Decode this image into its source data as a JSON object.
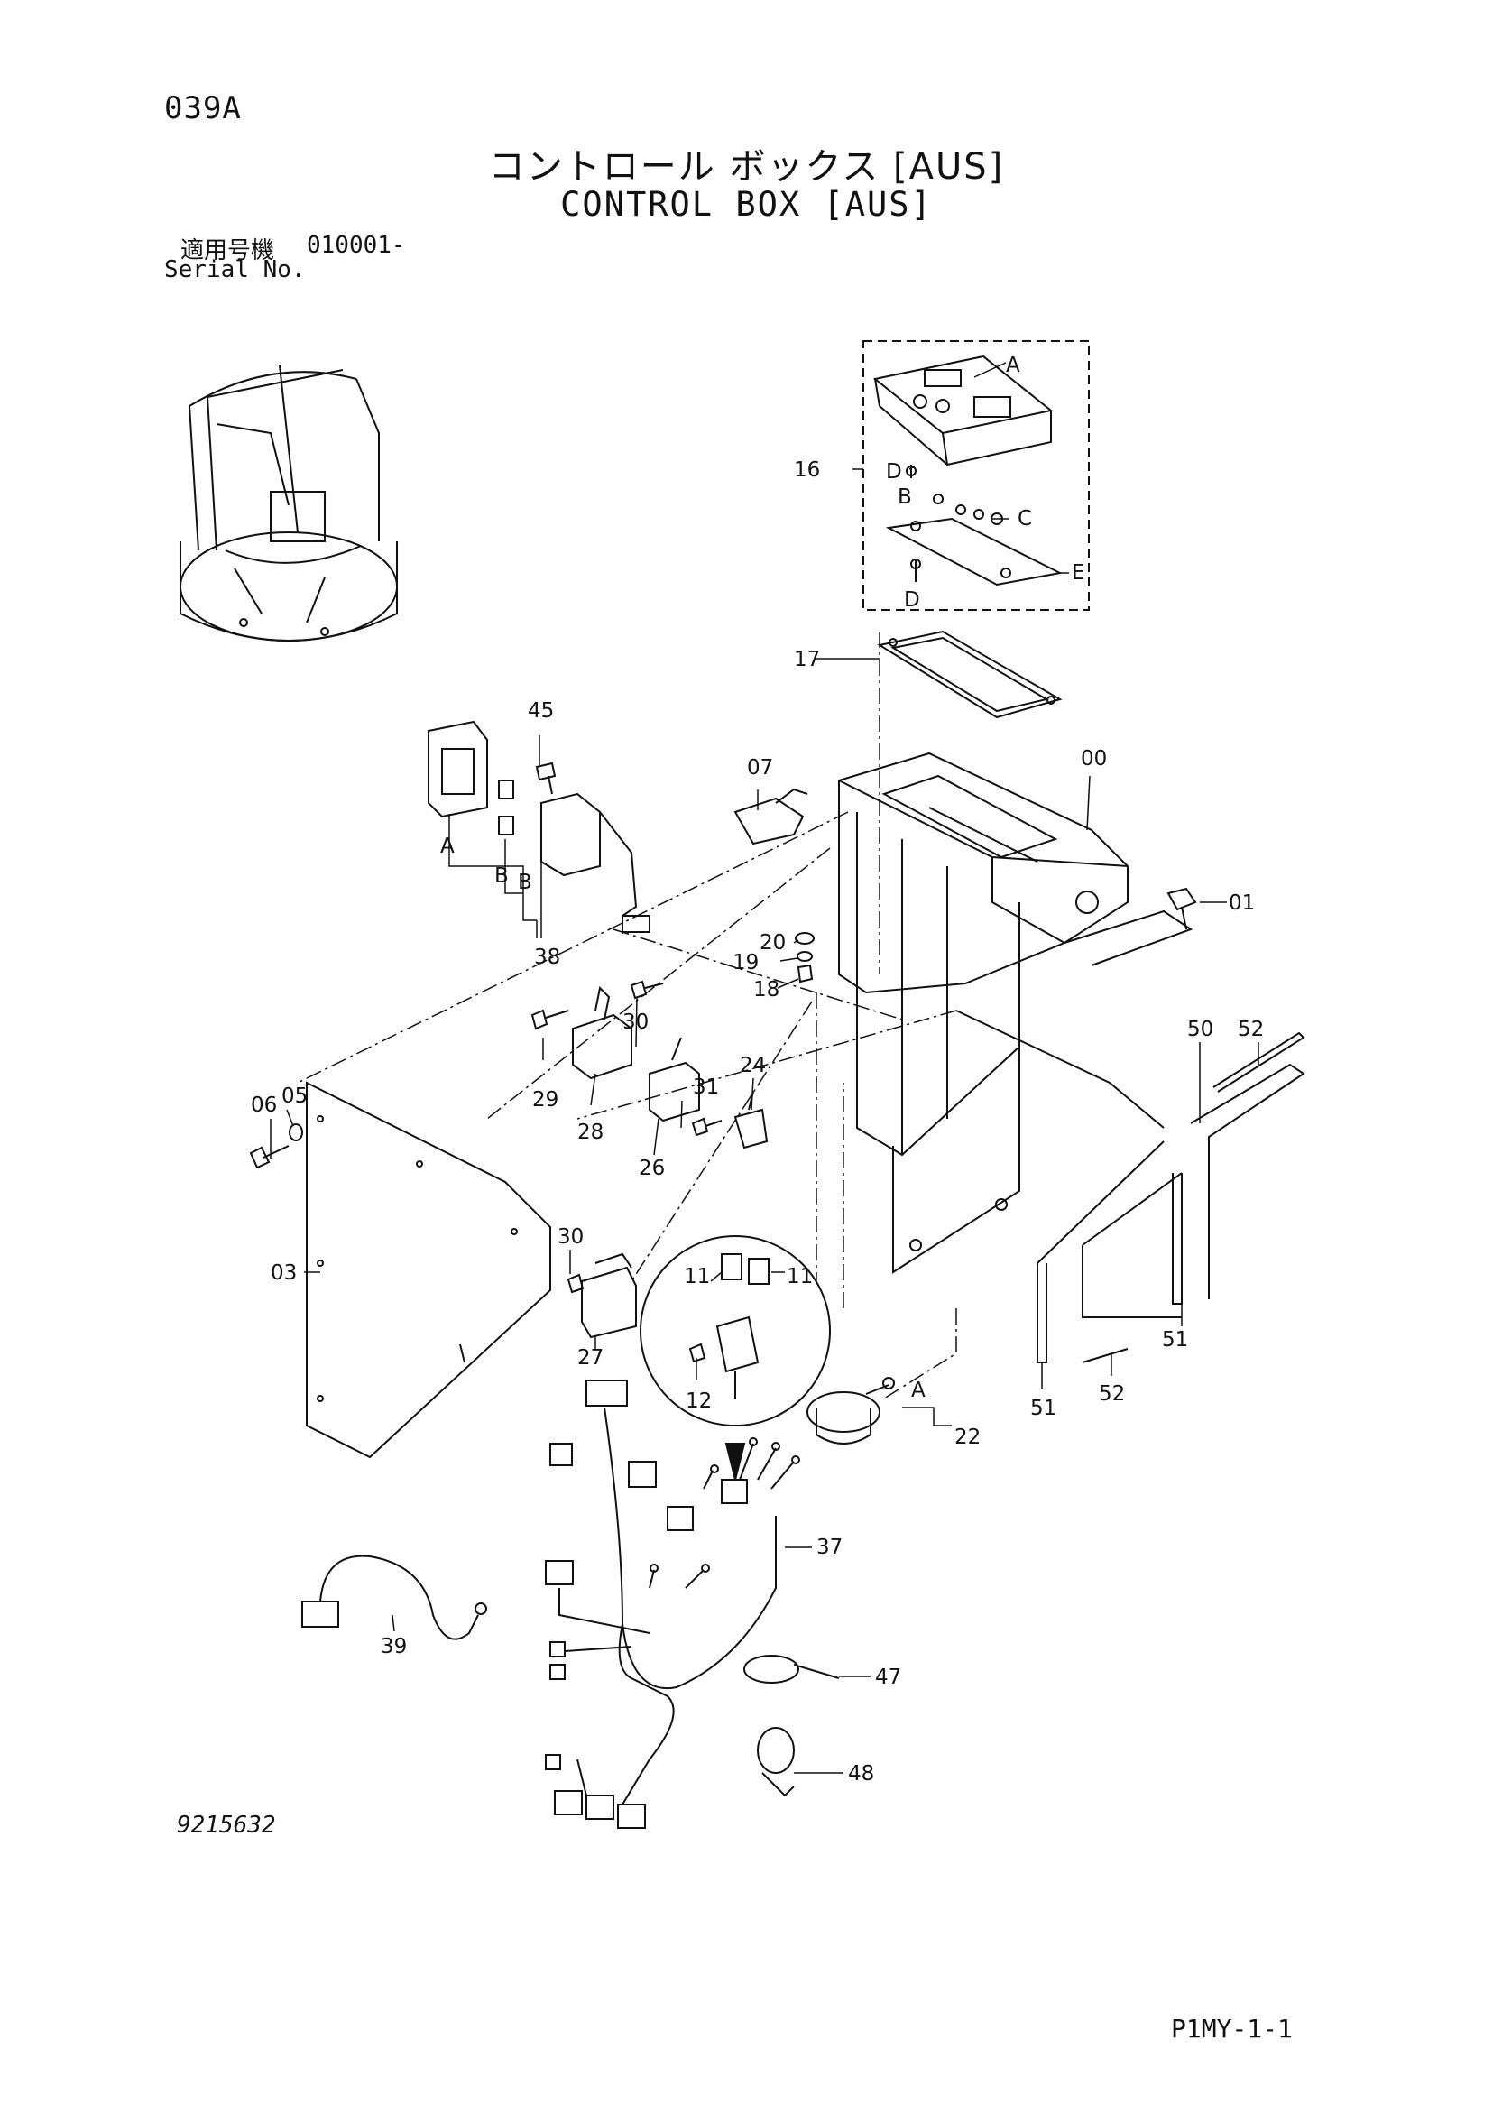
{
  "header": {
    "page_code": "039A",
    "title_jp": "コントロール ボックス [AUS]",
    "title_en": "CONTROL BOX [AUS]",
    "serial_label_jp": "適用号機",
    "serial_value": "010001-",
    "serial_label_en": "Serial No."
  },
  "footer": {
    "doc_number": "9215632",
    "sheet_ref": "P1MY-1-1"
  },
  "callouts": {
    "p00": "00",
    "p01": "01",
    "p03": "03",
    "p05": "05",
    "p06": "06",
    "p07": "07",
    "p11a": "11",
    "p11b": "11",
    "p12": "12",
    "p16": "16",
    "p17": "17",
    "p18": "18",
    "p19": "19",
    "p20": "20",
    "p22": "22",
    "p24": "24",
    "p26": "26",
    "p27": "27",
    "p28": "28",
    "p29": "29",
    "p30a": "30",
    "p30b": "30",
    "p31": "31",
    "p37": "37",
    "p38": "38",
    "p39": "39",
    "p45": "45",
    "p47": "47",
    "p48": "48",
    "p50": "50",
    "p51a": "51",
    "p51b": "51",
    "p52a": "52",
    "p52b": "52",
    "letters": {
      "a1": "A",
      "a2": "A",
      "a3": "A",
      "b1": "B",
      "b2": "B",
      "b3": "B",
      "c1": "C",
      "d1": "D",
      "d2": "D",
      "e1": "E"
    }
  }
}
